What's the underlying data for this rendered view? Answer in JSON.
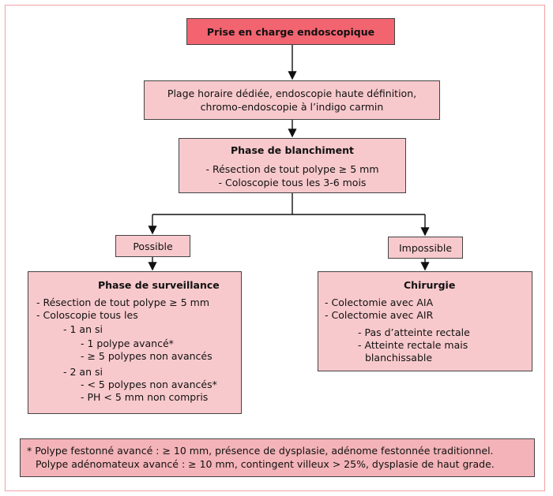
{
  "title": "Prise en charge endoscopique",
  "plage": {
    "line1": "Plage horaire dédiée, endoscopie haute définition,",
    "line2": "chromo-endoscopie à l’indigo carmin"
  },
  "blanchiment": {
    "heading": "Phase de blanchiment",
    "items": [
      "- Résection de tout polype ≥ 5 mm",
      "- Coloscopie tous les 3-6 mois"
    ]
  },
  "possible_label": "Possible",
  "impossible_label": "Impossible",
  "surveillance": {
    "heading": "Phase de surveillance",
    "l1": "- Résection de tout polype ≥ 5 mm",
    "l2": "- Coloscopie tous les",
    "l3": "- 1 an si",
    "l4": "- 1 polype avancé*",
    "l5": "- ≥ 5 polypes non avancés",
    "l6": "- 2 an si",
    "l7": "- < 5 polypes non avancés*",
    "l8": "- PH < 5 mm non compris"
  },
  "chirurgie": {
    "heading": "Chirurgie",
    "l1": "- Colectomie avec AIA",
    "l2": "- Colectomie avec AIR",
    "l3": "- Pas d’atteinte rectale",
    "l4": "- Atteinte rectale mais",
    "l5": "blanchissable"
  },
  "footnote": {
    "line1": "* Polype festonné avancé : ≥ 10 mm, présence de dysplasie, adénome festonnée traditionnel.",
    "line2": "Polype adénomateux avancé : ≥ 10 mm, contingent villeux > 25%, dysplasie de haut grade."
  }
}
